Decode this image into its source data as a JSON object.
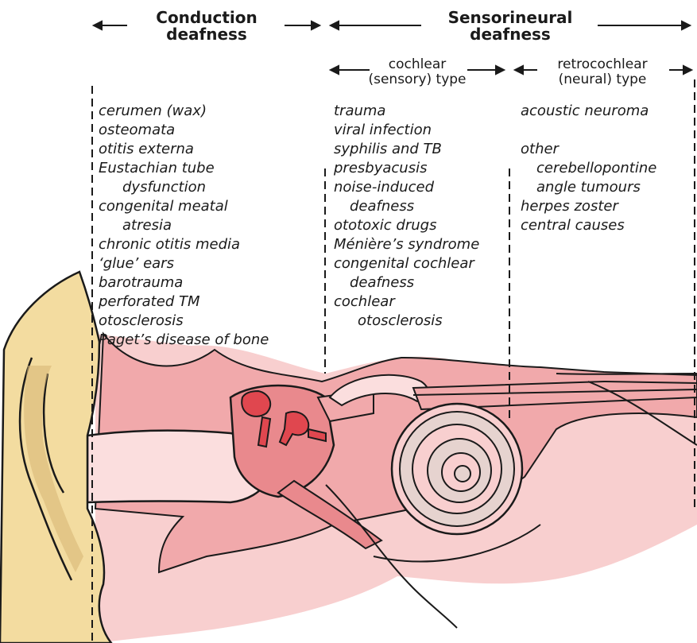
{
  "headers": {
    "conduction": "Conduction\ndeafness",
    "sensorineural": "Sensorineural\ndeafness",
    "cochlear": "cochlear\n(sensory) type",
    "retrocochlear": "retrocochlear\n(neural) type"
  },
  "conduction_causes": [
    "cerumen (wax)",
    "osteomata",
    "otitis externa",
    "Eustachian tube",
    "dysfunction",
    "congenital meatal",
    "atresia",
    "chronic otitis media",
    "‘glue’ ears",
    "barotrauma",
    "perforated TM",
    "otosclerosis",
    "Paget’s disease of bone"
  ],
  "cochlear_causes": [
    "trauma",
    "viral infection",
    "syphilis and TB",
    "presbyacusis",
    "noise-induced",
    "deafness",
    "ototoxic drugs",
    "Ménière’s syndrome",
    "congenital cochlear",
    "deafness",
    "cochlear",
    "otosclerosis"
  ],
  "retrocochlear_causes": [
    "acoustic neuroma",
    "other",
    "cerebellopontine",
    "angle tumours",
    "herpes zoster",
    "central causes"
  ],
  "colors": {
    "skin": "#f3dca0",
    "tissue_pink": "#f8cfcf",
    "bone_pink": "#e9898d",
    "red": "#e0474f",
    "line": "#1a1a1a"
  }
}
